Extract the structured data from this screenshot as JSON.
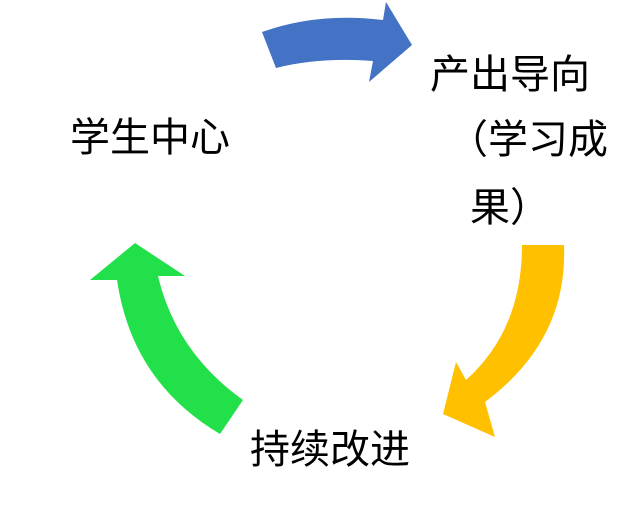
{
  "nodes": {
    "student_centered": "学生中心",
    "outcome_line1": "产出导向",
    "outcome_line2": "（学习成",
    "outcome_line3": "果）",
    "continuous_improvement": "持续改进"
  },
  "colors": {
    "arrow_blue": "#4472C4",
    "arrow_yellow": "#FFC000",
    "arrow_green": "#22E04A"
  }
}
